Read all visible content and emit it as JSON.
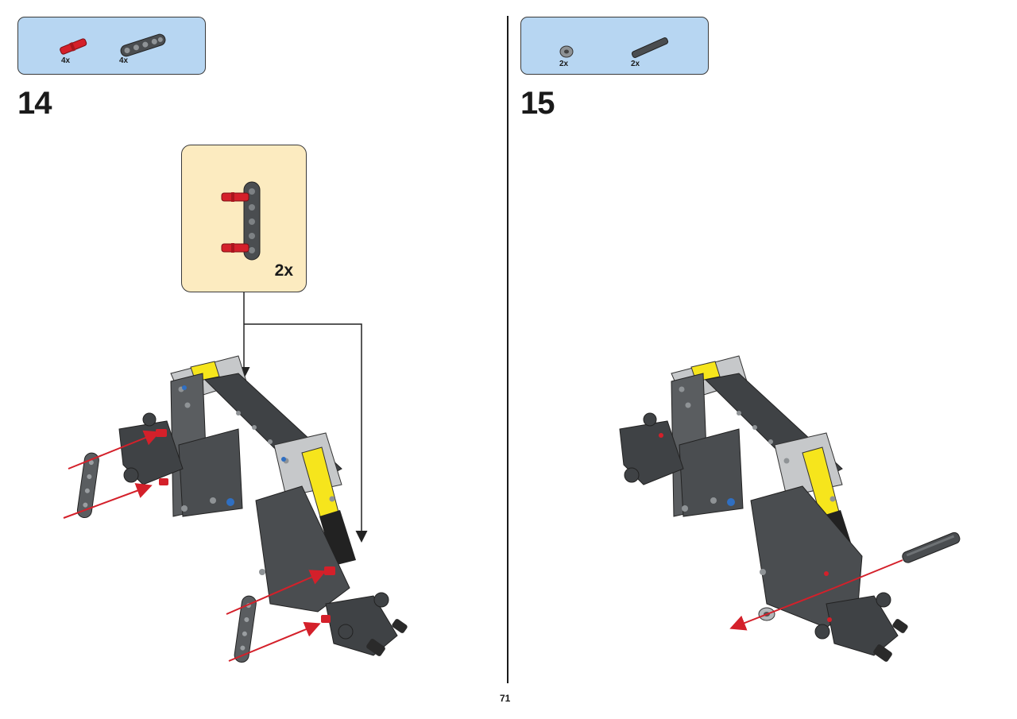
{
  "page": {
    "number": "71"
  },
  "steps": [
    {
      "number": "14",
      "parts": [
        {
          "qty": "4x",
          "icon": "red-axle-pin-icon",
          "color": "#d4202a"
        },
        {
          "qty": "4x",
          "icon": "dark-gray-beam-icon",
          "color": "#4a4d50"
        }
      ],
      "subassembly": {
        "qty": "2x"
      }
    },
    {
      "number": "15",
      "parts": [
        {
          "qty": "2x",
          "icon": "bush-icon",
          "color": "#8e9295"
        },
        {
          "qty": "2x",
          "icon": "dark-gray-axle-icon",
          "color": "#4a4d50"
        }
      ]
    }
  ],
  "colors": {
    "parts_box": "#b7d6f2",
    "subassembly_box": "#fcebc0",
    "arrow_red": "#d4202a",
    "yellow": "#f6e51c",
    "dark_gray": "#4a4d50",
    "light_gray": "#c6c8ca"
  }
}
